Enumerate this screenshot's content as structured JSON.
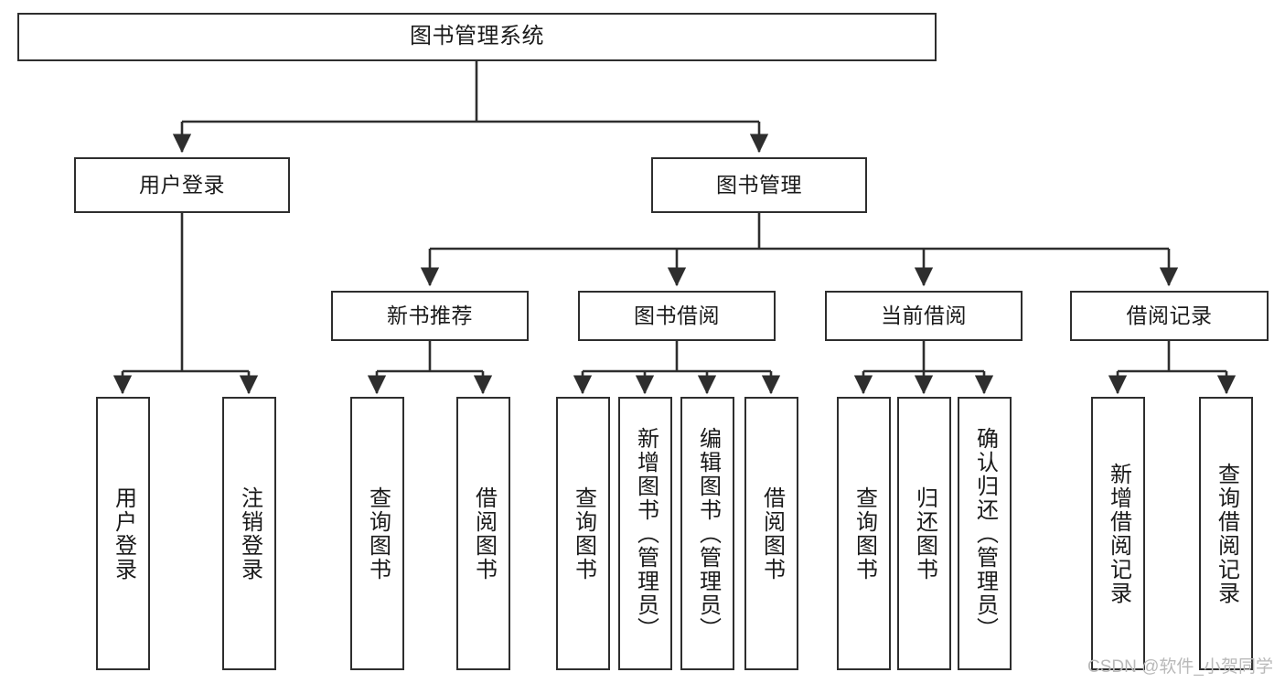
{
  "diagram": {
    "title": "图书管理系统",
    "type": "tree-hierarchy-diagram",
    "colors": {
      "stroke": "#2e2e2e",
      "fill": "#ffffff",
      "text": "#1a1a1a",
      "watermark": "#b9b9b9"
    },
    "root": {
      "label": "图书管理系统"
    },
    "tier2": [
      {
        "label": "用户登录"
      },
      {
        "label": "图书管理"
      }
    ],
    "tier3": [
      {
        "label": "新书推荐"
      },
      {
        "label": "图书借阅"
      },
      {
        "label": "当前借阅"
      },
      {
        "label": "借阅记录"
      }
    ],
    "leaves": {
      "user_login": [
        {
          "label": "用户登录"
        },
        {
          "label": "注销登录"
        }
      ],
      "new_book_recommend": [
        {
          "label": "查询图书"
        },
        {
          "label": "借阅图书"
        }
      ],
      "book_borrow": [
        {
          "label": "查询图书"
        },
        {
          "label": "新增图书（管理员）"
        },
        {
          "label": "编辑图书（管理员）"
        },
        {
          "label": "借阅图书"
        }
      ],
      "current_borrow": [
        {
          "label": "查询图书"
        },
        {
          "label": "归还图书"
        },
        {
          "label": "确认归还（管理员）"
        }
      ],
      "borrow_record": [
        {
          "label": "新增借阅记录"
        },
        {
          "label": "查询借阅记录"
        }
      ]
    },
    "watermark": "CSDN @软件_小贺同学"
  }
}
